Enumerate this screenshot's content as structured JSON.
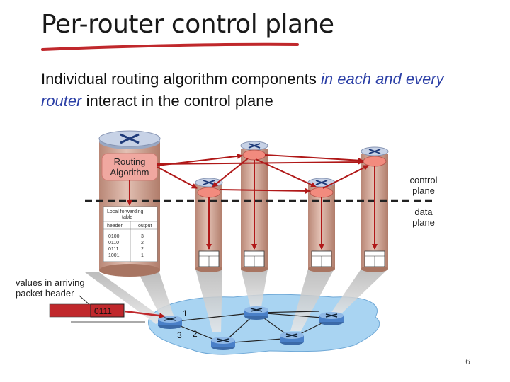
{
  "title": "Per-router control plane",
  "subtitle": {
    "part1": "Individual routing algorithm components ",
    "em1": "in each and every",
    "em2": "router",
    "part2": " interact in the control plane"
  },
  "labels": {
    "routing_algorithm_1": "Routing",
    "routing_algorithm_2": "Algorithm",
    "control_plane_1": "control",
    "control_plane_2": "plane",
    "data_plane_1": "data",
    "data_plane_2": "plane",
    "values_arriving_1": "values in arriving",
    "values_arriving_2": "packet header",
    "packet_value": "0111",
    "port_1": "1",
    "port_2": "2",
    "port_3": "3"
  },
  "forwarding_table": {
    "title_line1": "Local forwarding",
    "title_line2": "table",
    "col_header": "header",
    "col_output": "output",
    "rows": [
      {
        "header": "0100",
        "output": "3"
      },
      {
        "header": "0110",
        "output": "2"
      },
      {
        "header": "0111",
        "output": "2"
      },
      {
        "header": "1001",
        "output": "1"
      }
    ]
  },
  "page_number": "6",
  "colors": {
    "arrow": "#b01818",
    "underline": "#c0282c",
    "router_body": "#cfa08e",
    "network": "#a9d4f2",
    "dashed_line": "#222222"
  }
}
